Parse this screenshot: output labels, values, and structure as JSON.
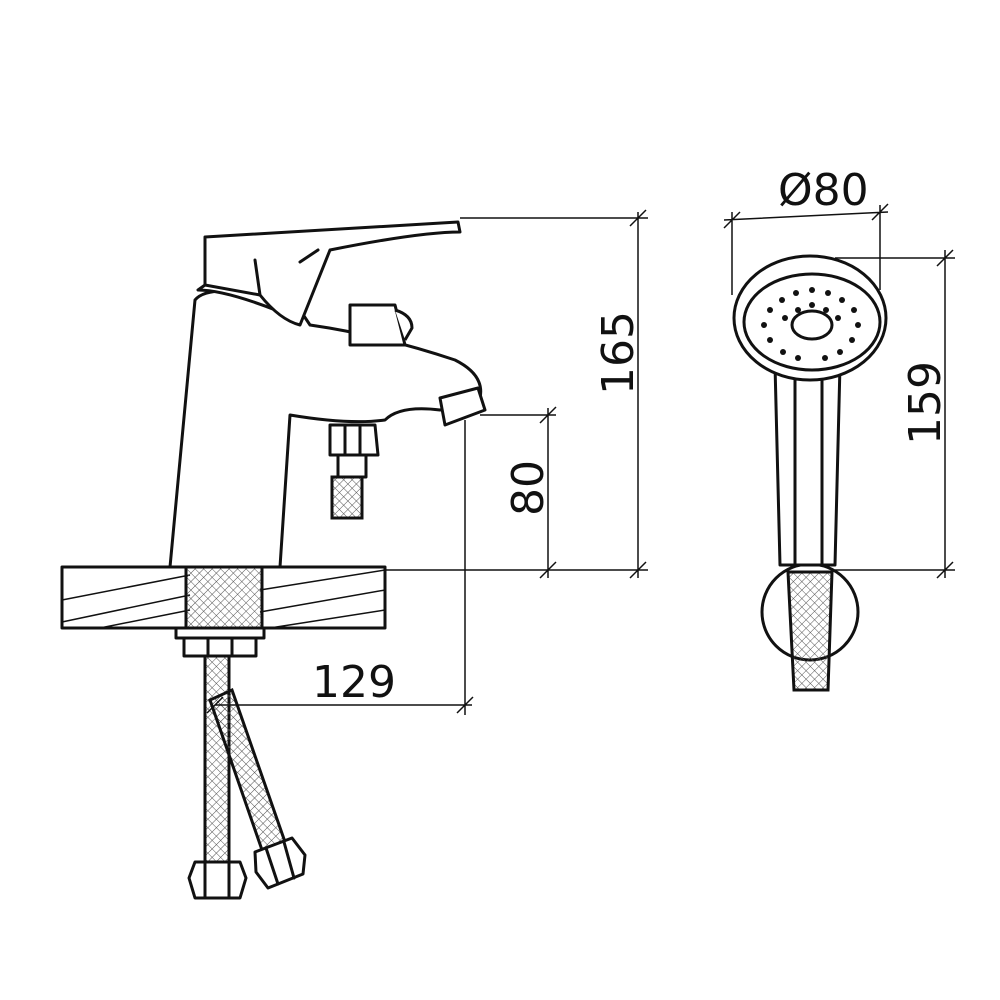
{
  "title": "Faucet and hand shower dimension drawing",
  "dimensions": {
    "faucet_height": "165",
    "spout_height": "80",
    "spout_reach": "129",
    "shower_head_diameter": "Ø80",
    "shower_length": "159"
  },
  "colors": {
    "line": "#111111",
    "background": "#ffffff"
  }
}
